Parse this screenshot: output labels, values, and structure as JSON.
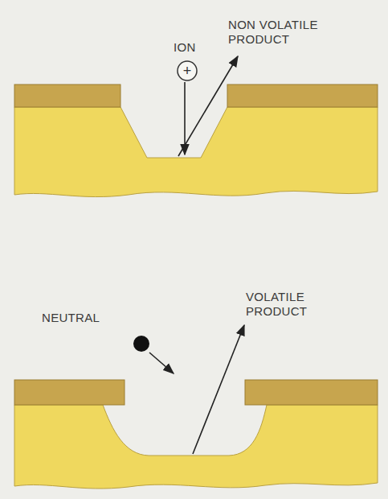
{
  "diagram": {
    "nodes": [
      {
        "text": [
          "+"
        ]
      }
    ],
    "labels": [
      "ION",
      "NON VOLATILE PRODUCT",
      "NEUTRAL",
      "VOLATILE PRODUCT"
    ]
  }
}
